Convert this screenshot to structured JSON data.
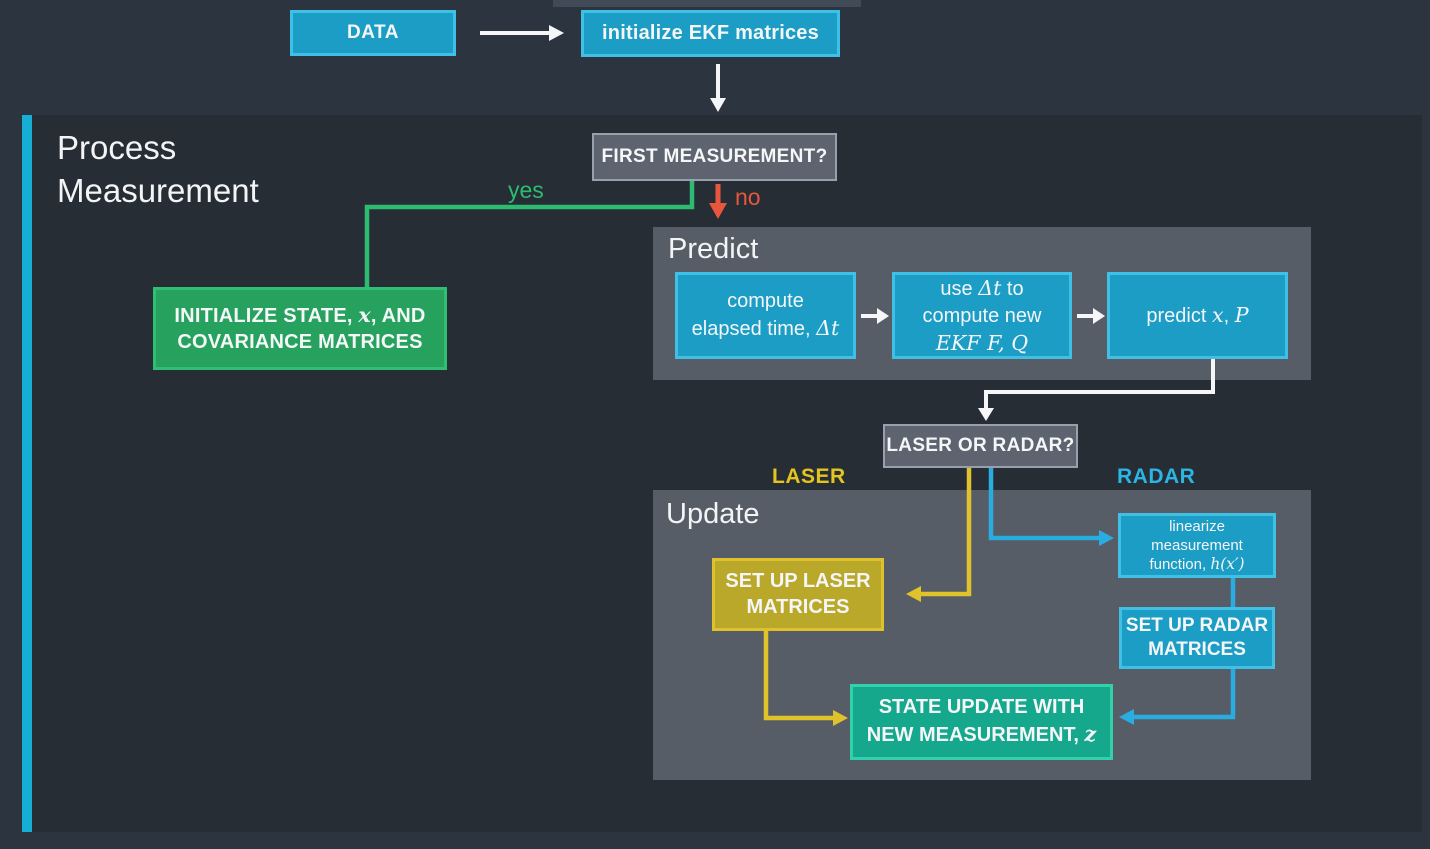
{
  "colors": {
    "background": "#2c3440",
    "panel": "#262d35",
    "section": "#575d67",
    "strip": "#414b58",
    "accent_cyan": "#17aed6",
    "box_cyan": "#1b9dc5",
    "box_cyan_border": "#3fc0e4",
    "gray_box": "#5d6470",
    "gray_box_border": "#9aa0ab",
    "green": "#26a25e",
    "green_border": "#30bd74",
    "green_line": "#2dbb72",
    "yellow": "#baa82a",
    "yellow_border": "#dfc22b",
    "yellow_line": "#e0c32a",
    "yellow_label": "#e4c51f",
    "teal": "#16a88d",
    "teal_border": "#31d1ac",
    "cyan_line": "#29ace0",
    "cyan_label": "#2cb4e4",
    "red": "#e8563e",
    "text": "#f4f6f8"
  },
  "top": {
    "data_label": "DATA",
    "init_label": "initialize EKF matrices"
  },
  "process_panel": {
    "title_line1": "Process",
    "title_line2": "Measurement"
  },
  "first_measurement": {
    "label": "FIRST MEASUREMENT?",
    "yes_label": "yes",
    "no_label": "no"
  },
  "init_state_box": {
    "line1_pre": "INITIALIZE STATE, ",
    "line1_math": "x",
    "line1_post": ", AND",
    "line2": "COVARIANCE MATRICES"
  },
  "predict": {
    "title": "Predict",
    "compute_time_box": {
      "line1": "compute",
      "line2_pre": "elapsed time, ",
      "line2_math": "Δt"
    },
    "compute_new_box": {
      "line1_pre": "use ",
      "line1_math": "Δt",
      "line1_post": " to",
      "line2": "compute new",
      "line3_math": "EKF F, Q"
    },
    "predict_box": {
      "pre": "predict ",
      "math1": "x",
      "sep": ", ",
      "math2": "P"
    }
  },
  "laser_or_radar": {
    "label": "LASER OR RADAR?",
    "laser_label": "LASER",
    "radar_label": "RADAR"
  },
  "update": {
    "title": "Update",
    "laser_matrices_box": {
      "line1": "SET UP LASER",
      "line2": "MATRICES"
    },
    "linearize_box": {
      "line1": "linearize",
      "line2": "measurement",
      "line3_pre": "function, ",
      "line3_math": "h(x′)"
    },
    "radar_matrices_box": {
      "line1": "SET UP RADAR",
      "line2": "MATRICES"
    },
    "state_update_box": {
      "line1": "STATE UPDATE WITH",
      "line2_pre": "NEW MEASUREMENT, ",
      "line2_math": "z"
    }
  }
}
